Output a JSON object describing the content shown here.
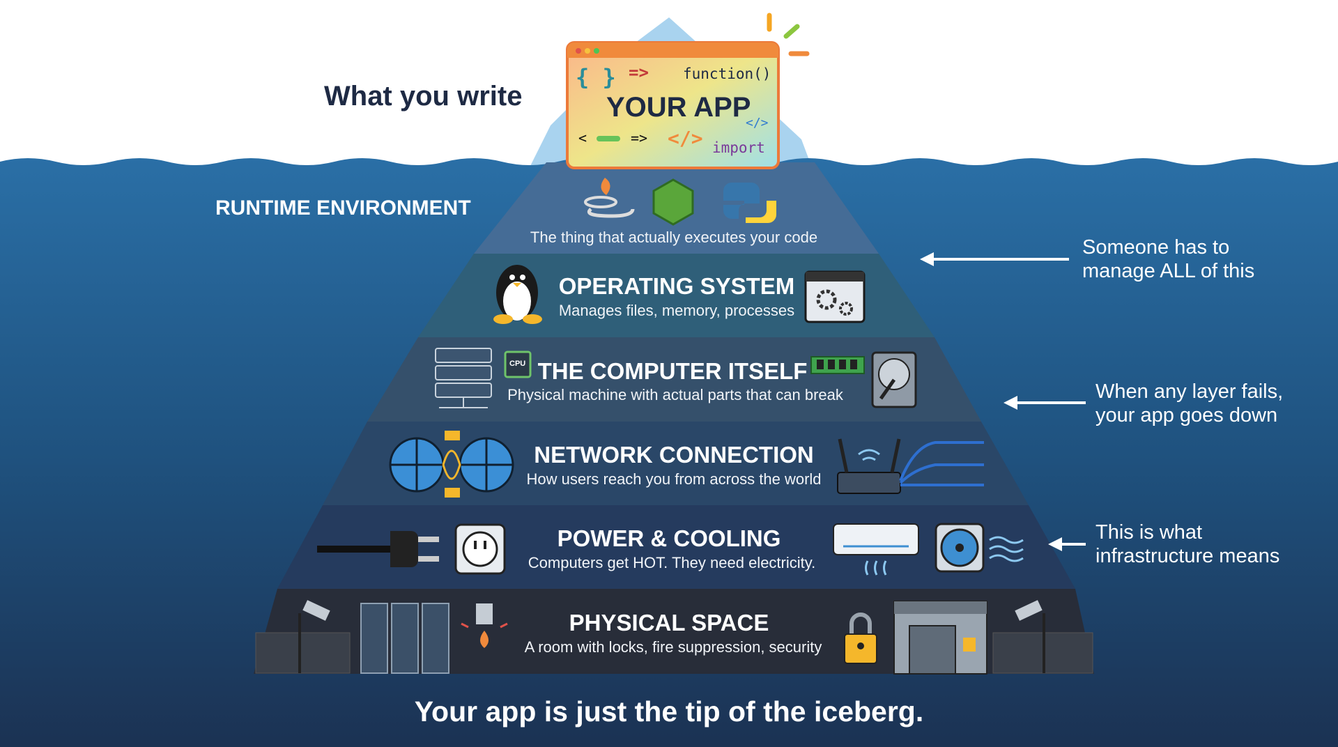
{
  "header": {
    "what_you_write": "What you write"
  },
  "app": {
    "title": "YOUR APP",
    "snippets": {
      "braces": "{ }",
      "arrow1": "=>",
      "function": "function()",
      "lt": "<",
      "arrow2": "=>",
      "tag_orange": "</>",
      "tag_blue": "</>",
      "import": "import"
    }
  },
  "layers": [
    {
      "title": "RUNTIME ENVIRONMENT",
      "subtitle": "The thing that actually executes your code"
    },
    {
      "title": "OPERATING SYSTEM",
      "subtitle": "Manages files, memory, processes"
    },
    {
      "title": "THE COMPUTER ITSELF",
      "subtitle": "Physical machine with actual parts that can break",
      "cpu_label": "CPU"
    },
    {
      "title": "NETWORK CONNECTION",
      "subtitle": "How users reach you from across the world"
    },
    {
      "title": "POWER & COOLING",
      "subtitle": "Computers get HOT. They need electricity."
    },
    {
      "title": "PHYSICAL SPACE",
      "subtitle": "A room with locks, fire suppression, security"
    }
  ],
  "annotations": [
    {
      "line1": "Someone has to",
      "line2": "manage ALL of this"
    },
    {
      "line1": "When any layer fails,",
      "line2": "your app goes down"
    },
    {
      "line1": "This is what",
      "line2": "infrastructure means"
    }
  ],
  "footer": {
    "tagline": "Your app is just the tip of the iceberg."
  },
  "colors": {
    "water": "#1f5b8f",
    "deep": "#1b3556",
    "runtime": "#456c96",
    "os": "#2f5f79",
    "computer": "#35506b",
    "network": "#2a4768",
    "power": "#253b5e",
    "physical": "#282d39",
    "navy_text": "#1e2a44"
  }
}
